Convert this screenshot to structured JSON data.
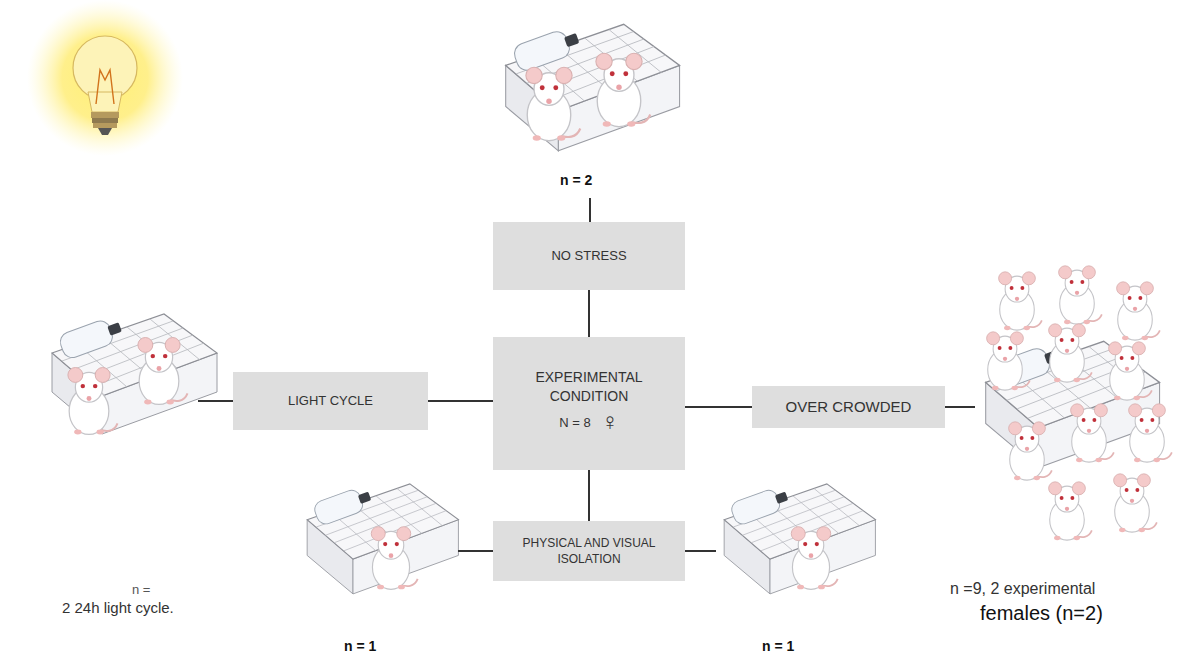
{
  "diagram": {
    "nodes": [
      {
        "text": [
          "NO STRESS"
        ]
      },
      {
        "text": [
          "LIGHT CYCLE"
        ]
      },
      {
        "text": [
          "EXPERIMENTAL CONDITION",
          "N = 8",
          "♀"
        ]
      },
      {
        "text": [
          "OVER CROWDED"
        ]
      },
      {
        "text": [
          "PHYSICAL AND VISUAL ISOLATION"
        ]
      }
    ],
    "edges": [
      {
        "from": 2,
        "to": 0,
        "arrow": "none"
      },
      {
        "from": 2,
        "to": 1,
        "arrow": "none"
      },
      {
        "from": 2,
        "to": 3,
        "arrow": "none"
      },
      {
        "from": 2,
        "to": 4,
        "arrow": "none"
      }
    ],
    "labels": [
      "n = 2",
      "n =",
      "2 24h light cycle.",
      "n =9, 2 experimental",
      "females (n=2)",
      "n = 1",
      "n = 1"
    ]
  }
}
